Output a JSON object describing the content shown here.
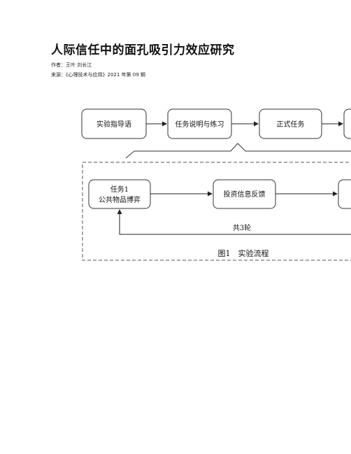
{
  "document": {
    "title": "人际信任中的面孔吸引力效应研究",
    "author_line": "作者：王叶 刘长江",
    "source_line": "来源：《心理技术与应用》2021 年第 09 期"
  },
  "figure": {
    "top_row": {
      "box1": "实验指导语",
      "box2": "任务说明与练习",
      "box3": "正式任务"
    },
    "detail_row": {
      "task1_line1": "任务1",
      "task1_line2": "公共物品博弈",
      "feedback": "投资信息反馈",
      "loop_label": "共3轮"
    },
    "caption": "图1　实验流程"
  }
}
